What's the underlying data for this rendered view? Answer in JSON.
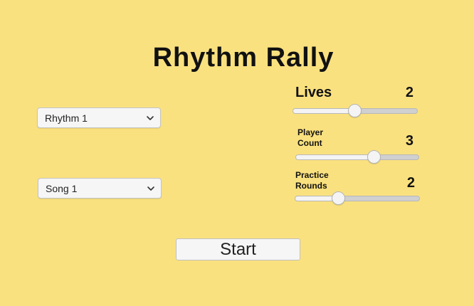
{
  "title": "Rhythm Rally",
  "dropdowns": {
    "rhythm": {
      "selected": "Rhythm 1"
    },
    "song": {
      "selected": "Song 1"
    }
  },
  "sliders": {
    "lives": {
      "label": "Lives",
      "value": "2",
      "fraction": 0.5
    },
    "player_count": {
      "label_line1": "Player",
      "label_line2": "Count",
      "value": "3",
      "fraction": 0.64
    },
    "practice_rounds": {
      "label_line1": "Practice",
      "label_line2": "Rounds",
      "value": "2",
      "fraction": 0.35
    }
  },
  "start_button": {
    "label": "Start"
  },
  "colors": {
    "background": "#fae17f",
    "control": "#f6f6f6",
    "track": "#d0d0d0",
    "text": "#111111"
  }
}
